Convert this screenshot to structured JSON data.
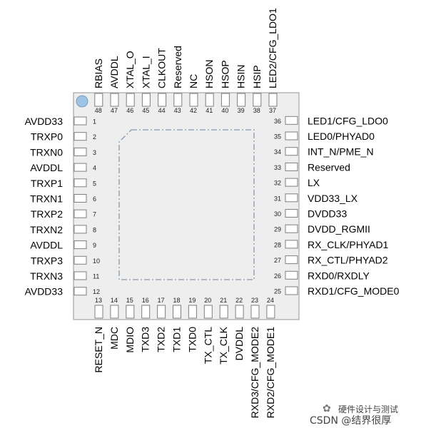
{
  "package": {
    "pins_left": [
      {
        "num": "1",
        "name": "AVDD33"
      },
      {
        "num": "2",
        "name": "TRXP0"
      },
      {
        "num": "3",
        "name": "TRXN0"
      },
      {
        "num": "4",
        "name": "AVDDL"
      },
      {
        "num": "5",
        "name": "TRXP1"
      },
      {
        "num": "6",
        "name": "TRXN1"
      },
      {
        "num": "7",
        "name": "TRXP2"
      },
      {
        "num": "8",
        "name": "TRXN2"
      },
      {
        "num": "9",
        "name": "AVDDL"
      },
      {
        "num": "10",
        "name": "TRXP3"
      },
      {
        "num": "11",
        "name": "TRXN3"
      },
      {
        "num": "12",
        "name": "AVDD33"
      }
    ],
    "pins_bottom": [
      {
        "num": "13",
        "name": "RESET_N"
      },
      {
        "num": "14",
        "name": "MDC"
      },
      {
        "num": "15",
        "name": "MDIO"
      },
      {
        "num": "16",
        "name": "TXD3"
      },
      {
        "num": "17",
        "name": "TXD2"
      },
      {
        "num": "18",
        "name": "TXD1"
      },
      {
        "num": "19",
        "name": "TXD0"
      },
      {
        "num": "20",
        "name": "TX_CTL"
      },
      {
        "num": "21",
        "name": "TX_CLK"
      },
      {
        "num": "22",
        "name": "DVDDL"
      },
      {
        "num": "23",
        "name": "RXD3/CFG_MODE2"
      },
      {
        "num": "24",
        "name": "RXD2/CFG_MODE1"
      }
    ],
    "pins_right": [
      {
        "num": "25",
        "name": "RXD1/CFG_MODE0"
      },
      {
        "num": "26",
        "name": "RXD0/RXDLY"
      },
      {
        "num": "27",
        "name": "RX_CTL/PHYAD2"
      },
      {
        "num": "28",
        "name": "RX_CLK/PHYAD1"
      },
      {
        "num": "29",
        "name": "DVDD_RGMII"
      },
      {
        "num": "30",
        "name": "DVDD33"
      },
      {
        "num": "31",
        "name": "VDD33_LX"
      },
      {
        "num": "32",
        "name": "LX"
      },
      {
        "num": "33",
        "name": "Reserved"
      },
      {
        "num": "34",
        "name": "INT_N/PME_N"
      },
      {
        "num": "35",
        "name": "LED0/PHYAD0"
      },
      {
        "num": "36",
        "name": "LED1/CFG_LDO0"
      }
    ],
    "pins_top": [
      {
        "num": "37",
        "name": "LED2/CFG_LDO1"
      },
      {
        "num": "38",
        "name": "HSIP"
      },
      {
        "num": "39",
        "name": "HSIN"
      },
      {
        "num": "40",
        "name": "HSOP"
      },
      {
        "num": "41",
        "name": "HSON"
      },
      {
        "num": "42",
        "name": "NC"
      },
      {
        "num": "43",
        "name": "Reserved"
      },
      {
        "num": "44",
        "name": "CLKOUT"
      },
      {
        "num": "45",
        "name": "XTAL_I"
      },
      {
        "num": "46",
        "name": "XTAL_O"
      },
      {
        "num": "47",
        "name": "AVDDL"
      },
      {
        "num": "48",
        "name": "RBIAS"
      }
    ],
    "colors": {
      "body": "#eeeeee",
      "outline": "#a6a6a6",
      "pad_border": "#7f7f7f",
      "pin1_dot": "#9dc3e6",
      "dash": "#8497b0",
      "text": "#000000",
      "num": "#222222"
    }
  },
  "watermark": {
    "channel": "硬件设计与测试",
    "credit": "CSDN @结界很厚"
  }
}
